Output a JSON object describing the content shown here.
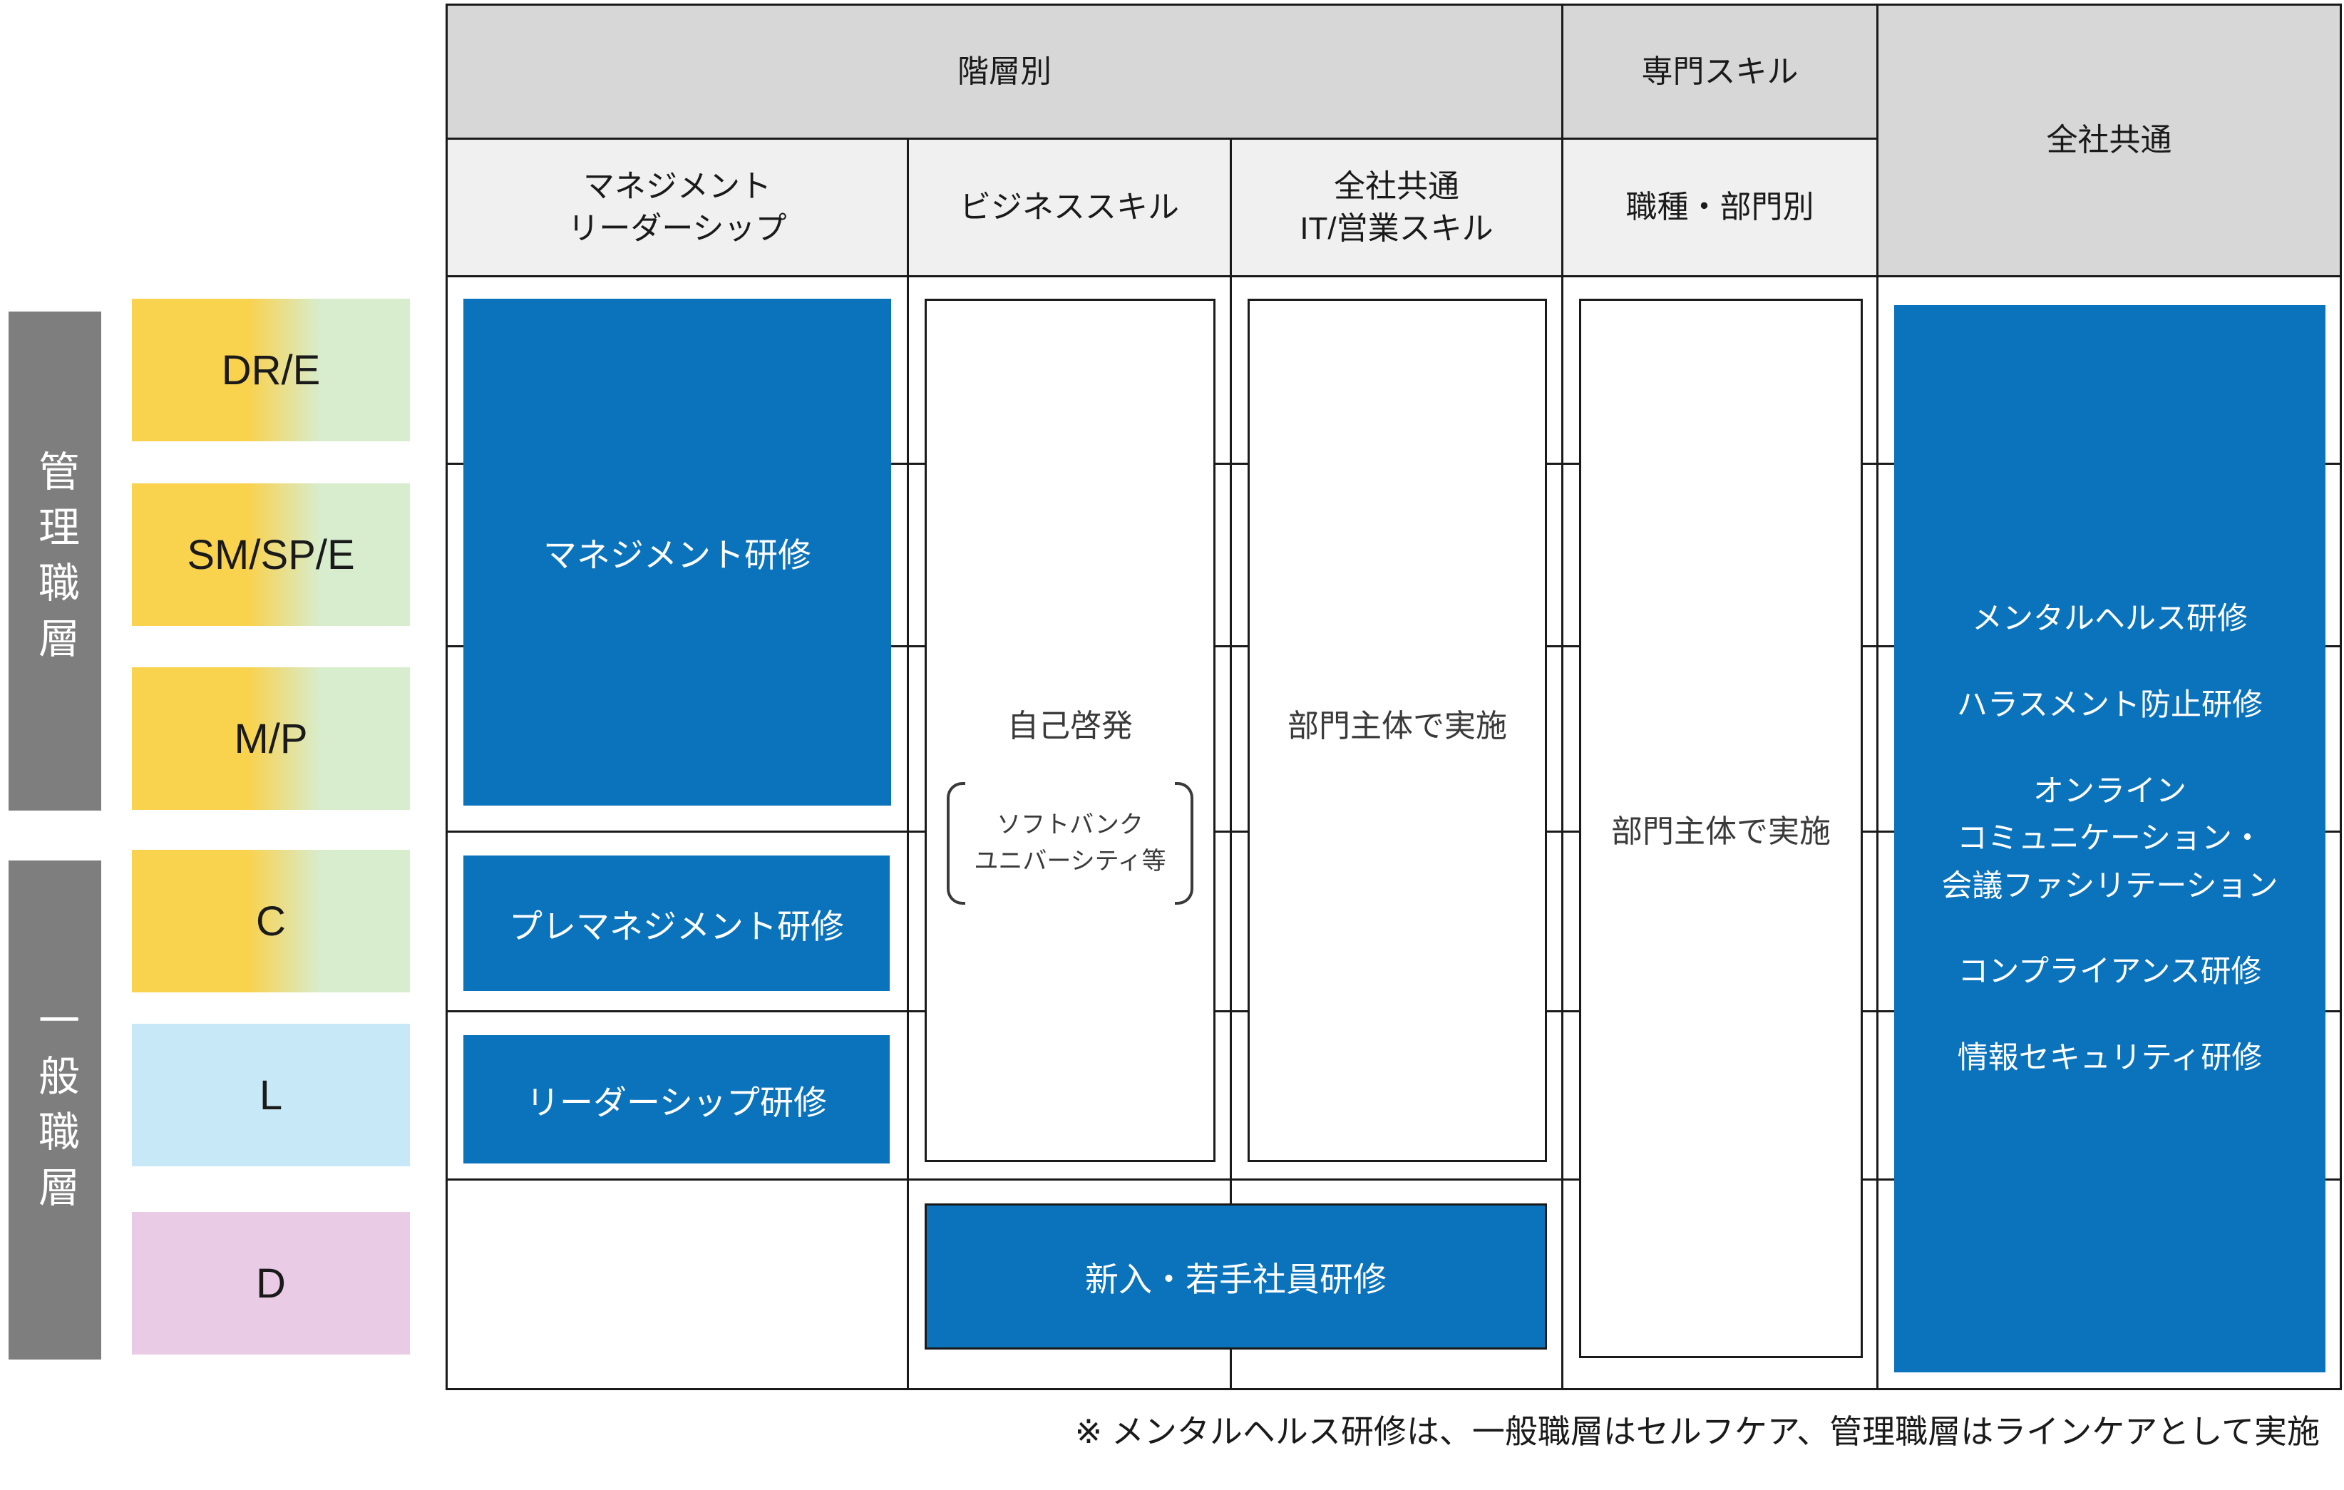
{
  "header": {
    "tier_group": "階層別",
    "specialized_group": "専門スキル",
    "companywide_group": "全社共通",
    "columns": {
      "management": "マネジメント\nリーダーシップ",
      "business": "ビジネススキル",
      "it_sales": "全社共通\nIT/営業スキル",
      "job_dept": "職種・部門別"
    }
  },
  "left": {
    "management_tier": "管理職層",
    "general_tier": "一般職層",
    "grades": [
      {
        "label": "DR/E",
        "color": "gradient-yellow-green"
      },
      {
        "label": "SM/SP/E",
        "color": "gradient-yellow-green"
      },
      {
        "label": "M/P",
        "color": "gradient-yellow-green"
      },
      {
        "label": "C",
        "color": "gradient-yellow-green"
      },
      {
        "label": "L",
        "color": "#c7e8f7"
      },
      {
        "label": "D",
        "color": "#eacbe5"
      }
    ]
  },
  "cells": {
    "management_training": "マネジメント研修",
    "pre_management_training": "プレマネジメント研修",
    "leadership_training": "リーダーシップ研修",
    "self_development": "自己啓発",
    "self_development_note": "ソフトバンク\nユニバーシティ等",
    "dept_led_it_sales": "部門主体で実施",
    "dept_led_job": "部門主体で実施",
    "new_young_training": "新入・若手社員研修",
    "companywide_items": [
      "メンタルヘルス研修",
      "ハラスメント防止研修",
      "オンライン\nコミュニケーション・\n会議ファシリテーション",
      "コンプライアンス研修",
      "情報セキュリティ研修"
    ]
  },
  "footnote": "※ メンタルヘルス研修は、一般職層はセルフケア、管理職層はラインケアとして実施",
  "colors": {
    "accent_blue": "#0b73bc",
    "header_gray": "#d7d7d7",
    "subheader_gray": "#f0f0f0",
    "tier_bar_gray": "#7e7e7e",
    "grade_yellow": "#f9d24e",
    "grade_green": "#d7edce",
    "grade_blue": "#c7e8f7",
    "grade_pink": "#eacbe5",
    "grid_line": "#1a1a1a"
  }
}
